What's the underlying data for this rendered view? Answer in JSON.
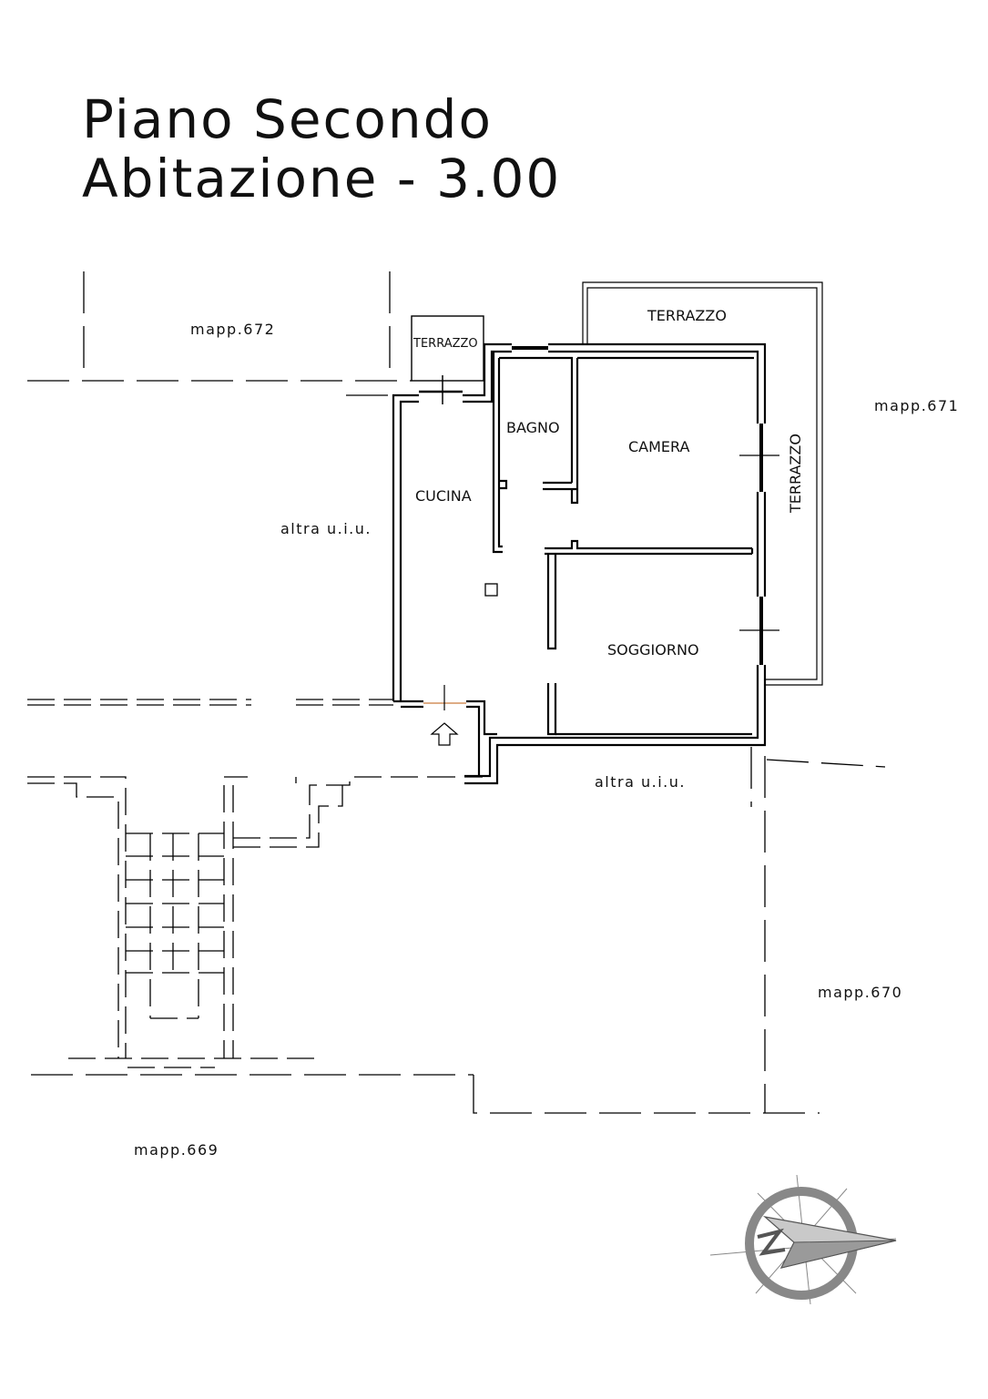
{
  "header": {
    "title_line1": "Piano Secondo",
    "title_line2": "Abitazione - 3.00"
  },
  "rooms": {
    "terrazzo_small": "TERRAZZO",
    "terrazzo_top": "TERRAZZO",
    "terrazzo_side": "TERRAZZO",
    "bagno": "BAGNO",
    "camera": "CAMERA",
    "cucina": "CUCINA",
    "soggiorno": "SOGGIORNO"
  },
  "parcels": {
    "mapp_672": "mapp.672",
    "mapp_671": "mapp.671",
    "mapp_670": "mapp.670",
    "mapp_669": "mapp.669",
    "altra_left": "altra u.i.u.",
    "altra_bottom": "altra u.i.u."
  },
  "compass": {
    "icon": "north-arrow-compass-icon"
  }
}
